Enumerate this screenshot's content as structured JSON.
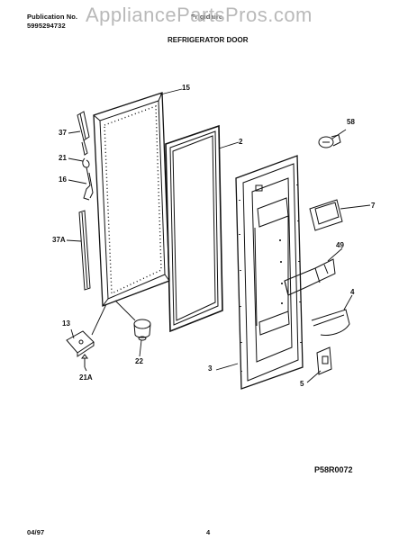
{
  "header": {
    "publication_label": "Publication No.",
    "publication_number": "5995294732",
    "brand": "Frigidaire",
    "section_title": "REFRIGERATOR DOOR"
  },
  "watermark": "AppliancePartsPros.com",
  "callouts": {
    "c15": "15",
    "c37": "37",
    "c21": "21",
    "c16": "16",
    "c37a": "37A",
    "c13": "13",
    "c21a": "21A",
    "c22": "22",
    "c2": "2",
    "c58": "58",
    "c7": "7",
    "c49": "49",
    "c4": "4",
    "c3": "3",
    "c5": "5"
  },
  "figure_code": "P58R0072",
  "footer": {
    "date": "04/97",
    "page": "4"
  }
}
